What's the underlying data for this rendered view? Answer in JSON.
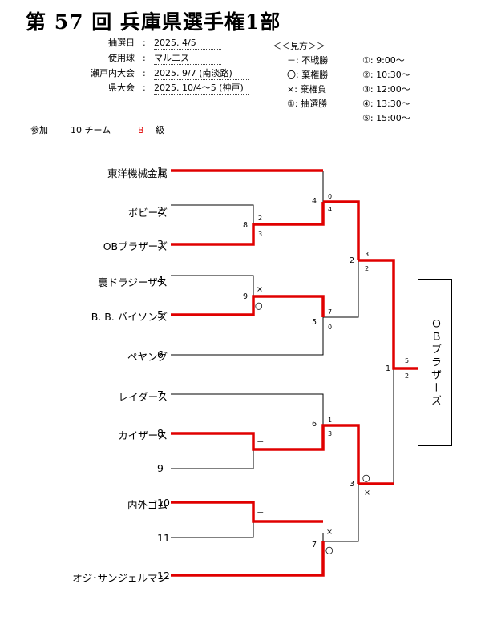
{
  "title": "第 57 回 兵庫県選手権1部",
  "info": [
    {
      "label": "抽選日",
      "value": "2025. 4/5"
    },
    {
      "label": "使用球",
      "value": "マルエス"
    },
    {
      "label": "瀬戸内大会",
      "value": "2025. 9/7 (南淡路)"
    },
    {
      "label": "県大会",
      "value": "2025. 10/4～5 (神戸)"
    }
  ],
  "colon": ":",
  "legend": {
    "heading": "＜＜見方＞＞",
    "items": [
      "－: 不戦勝",
      "〇: 棄権勝",
      "×: 棄権負",
      "①: 抽選勝"
    ],
    "times": [
      "①:  9:00～",
      "②: 10:30～",
      "③: 12:00～",
      "④: 13:30～",
      "⑤: 15:00～"
    ]
  },
  "participation": {
    "label": "参加",
    "count": "10 チーム",
    "class_letter": "B",
    "class_suffix": "級"
  },
  "teams": [
    {
      "name": "東洋機械金属",
      "num": "1"
    },
    {
      "name": "ボビーズ",
      "num": "2"
    },
    {
      "name": "OBブラザーズ",
      "num": "3"
    },
    {
      "name": "裏ドラジーザス",
      "num": "4"
    },
    {
      "name": "B. B. バイソンズ",
      "num": "5"
    },
    {
      "name": "ペヤング",
      "num": "6"
    },
    {
      "name": "レイダース",
      "num": "7"
    },
    {
      "name": "カイザース",
      "num": "8"
    },
    {
      "name": "",
      "num": "9"
    },
    {
      "name": "内外ゴム",
      "num": "10"
    },
    {
      "name": "",
      "num": "11"
    },
    {
      "name": "オジ･サンジェルマン",
      "num": "12"
    }
  ],
  "game_numbers": [
    "4",
    "8",
    "2",
    "9",
    "5",
    "1",
    "6",
    "3",
    "7"
  ],
  "scores": [
    "0",
    "4",
    "2",
    "3",
    "3",
    "2",
    "×",
    "〇",
    "7",
    "0",
    "5",
    "2",
    "－",
    "1",
    "3",
    "〇",
    "×",
    "－",
    "×",
    "〇"
  ],
  "champion": "ＯＢブラザーズ",
  "colors": {
    "winner_line": "#e00000",
    "loser_line": "#000000",
    "class_letter": "#e00000"
  }
}
